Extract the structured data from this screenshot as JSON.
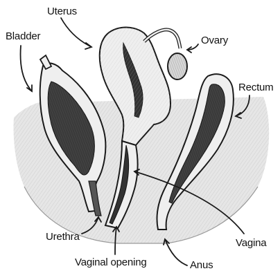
{
  "labels": {
    "uterus": "Uterus",
    "bladder": "Bladder",
    "ovary": "Ovary",
    "rectum": "Rectum",
    "urethra": "Urethra",
    "vagina": "Vagina",
    "vaginal_opening": "Vaginal opening",
    "anus": "Anus"
  },
  "colors": {
    "ink": "#1a1a1a",
    "shade": "#9a9a9a",
    "background_tissue": "#e4e4e4",
    "organ_fill": "#efefef",
    "cavity": "#3a3a3a"
  }
}
